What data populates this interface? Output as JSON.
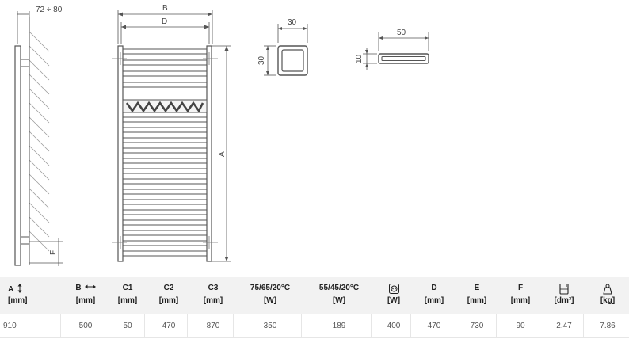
{
  "drawing": {
    "dim_wall_offset": "72 ÷ 80",
    "dim_B": "B",
    "dim_D": "D",
    "dim_A": "A",
    "dim_F": "F",
    "profile_square_width": "30",
    "profile_square_height": "30",
    "profile_flat_width": "50",
    "profile_flat_height": "10"
  },
  "table": {
    "columns": [
      {
        "id": "A",
        "line1": "A",
        "line2": "[mm]",
        "icon": "vertical-arrows-icon"
      },
      {
        "id": "B",
        "line1": "B",
        "line2": "[mm]",
        "icon": "horizontal-arrows-icon"
      },
      {
        "id": "C1",
        "line1": "C1",
        "line2": "[mm]",
        "icon": ""
      },
      {
        "id": "C2",
        "line1": "C2",
        "line2": "[mm]",
        "icon": ""
      },
      {
        "id": "C3",
        "line1": "C3",
        "line2": "[mm]",
        "icon": ""
      },
      {
        "id": "P75",
        "line1": "75/65/20°C",
        "line2": "[W]",
        "icon": ""
      },
      {
        "id": "P55",
        "line1": "55/45/20°C",
        "line2": "[W]",
        "icon": ""
      },
      {
        "id": "PE",
        "line1": "",
        "line2": "[W]",
        "icon": "electric-heater-icon"
      },
      {
        "id": "D",
        "line1": "D",
        "line2": "[mm]",
        "icon": ""
      },
      {
        "id": "E",
        "line1": "E",
        "line2": "[mm]",
        "icon": ""
      },
      {
        "id": "F",
        "line1": "F",
        "line2": "[mm]",
        "icon": ""
      },
      {
        "id": "V",
        "line1": "",
        "line2": "[dm³]",
        "icon": "water-volume-icon"
      },
      {
        "id": "W",
        "line1": "",
        "line2": "[kg]",
        "icon": "weight-icon"
      }
    ],
    "values": [
      "910",
      "500",
      "50",
      "470",
      "870",
      "350",
      "189",
      "400",
      "470",
      "730",
      "90",
      "2.47",
      "7.86"
    ]
  }
}
